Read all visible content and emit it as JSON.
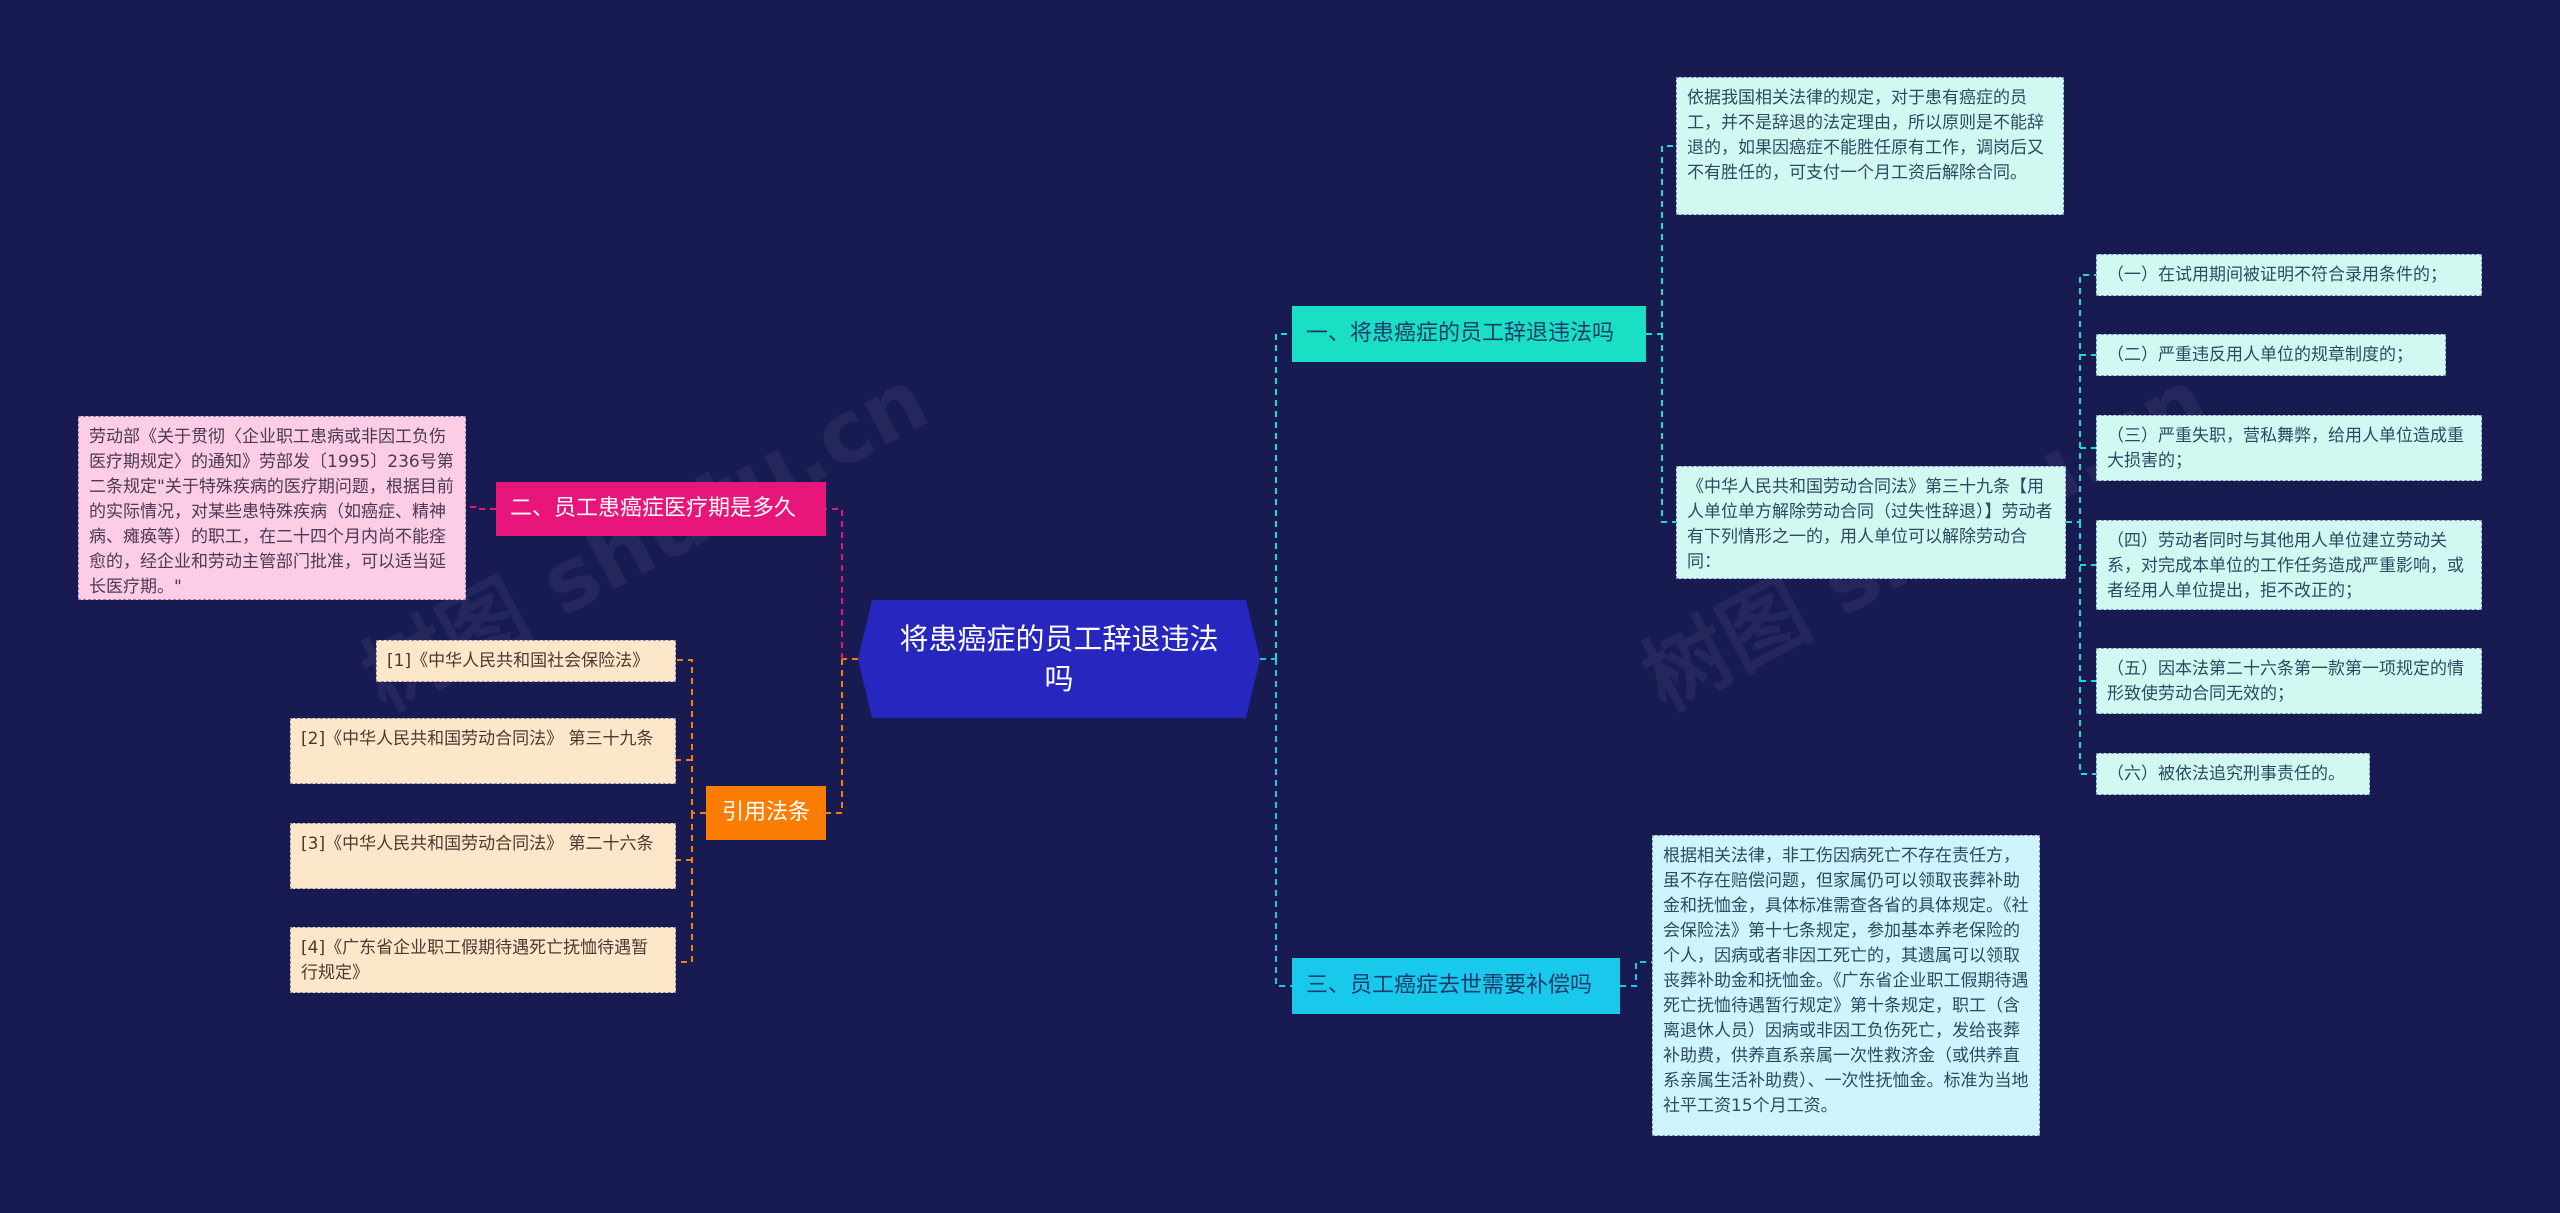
{
  "watermark": "树图 shutu.cn",
  "root": {
    "title": "将患癌症的员工辞退违法吗"
  },
  "branch1": {
    "label": "一、将患癌症的员工辞退违法吗",
    "leaf_a": "依据我国相关法律的规定，对于患有癌症的员工，并不是辞退的法定理由，所以原则是不能辞退的，如果因癌症不能胜任原有工作，调岗后又不有胜任的，可支付一个月工资后解除合同。",
    "leaf_b": "《中华人民共和国劳动合同法》第三十九条【用人单位单方解除劳动合同（过失性辞退）】劳动者有下列情形之一的，用人单位可以解除劳动合同：",
    "items": [
      "（一）在试用期间被证明不符合录用条件的；",
      "（二）严重违反用人单位的规章制度的；",
      "（三）严重失职，营私舞弊，给用人单位造成重大损害的；",
      "（四）劳动者同时与其他用人单位建立劳动关系，对完成本单位的工作任务造成严重影响，或者经用人单位提出，拒不改正的；",
      "（五）因本法第二十六条第一款第一项规定的情形致使劳动合同无效的；",
      "（六）被依法追究刑事责任的。"
    ]
  },
  "branch2": {
    "label": "二、员工患癌症医疗期是多久",
    "leaf": "劳动部《关于贯彻〈企业职工患病或非因工负伤医疗期规定〉的通知》劳部发〔1995〕236号第二条规定\"关于特殊疾病的医疗期问题，根据目前的实际情况，对某些患特殊疾病（如癌症、精神病、瘫痪等）的职工，在二十四个月内尚不能痊愈的，经企业和劳动主管部门批准，可以适当延长医疗期。\""
  },
  "branch3": {
    "label": "三、员工癌症去世需要补偿吗",
    "leaf": "根据相关法律，非工伤因病死亡不存在责任方，虽不存在赔偿问题，但家属仍可以领取丧葬补助金和抚恤金，具体标准需查各省的具体规定。《社会保险法》第十七条规定，参加基本养老保险的个人，因病或者非因工死亡的，其遗属可以领取丧葬补助金和抚恤金。《广东省企业职工假期待遇死亡抚恤待遇暂行规定》第十条规定，职工（含离退休人员）因病或非因工负伤死亡，发给丧葬补助费，供养直系亲属一次性救济金（或供养直系亲属生活补助费）、一次性抚恤金。标准为当地社平工资15个月工资。"
  },
  "branch4": {
    "label": "引用法条",
    "refs": [
      "[1]《中华人民共和国社会保险法》",
      "[2]《中华人民共和国劳动合同法》 第三十九条",
      "[3]《中华人民共和国劳动合同法》 第二十六条",
      "[4]《广东省企业职工假期待遇死亡抚恤待遇暂行规定》"
    ]
  },
  "colors": {
    "background": "#181a52",
    "root": "#2727c0",
    "branch1": "#19e0c4",
    "branch2": "#e8157a",
    "branch3": "#19c9ec",
    "branch4": "#fb7d04"
  }
}
